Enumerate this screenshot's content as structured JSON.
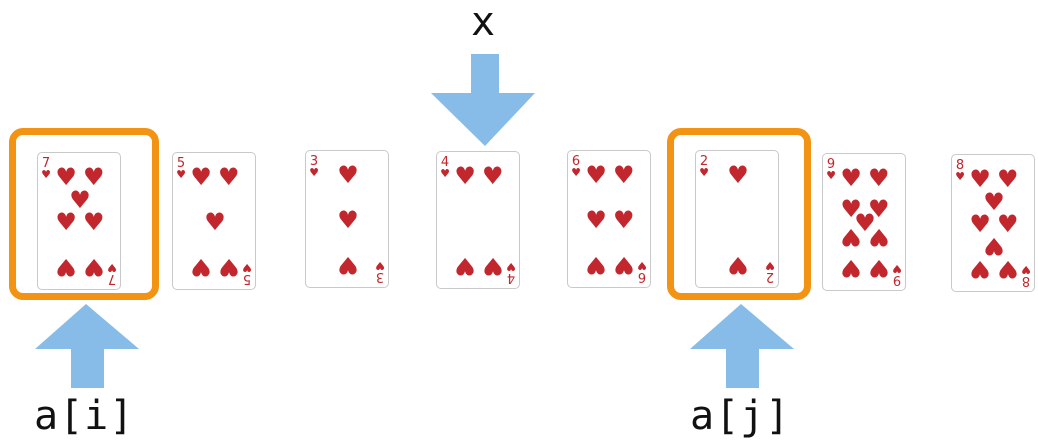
{
  "colors": {
    "heart": "#c1272d",
    "highlight": "#f39314",
    "arrow": "#87bce8",
    "label": "#111111"
  },
  "cards": [
    {
      "rank": "7",
      "suit": "♥",
      "suit_name": "hearts"
    },
    {
      "rank": "5",
      "suit": "♥",
      "suit_name": "hearts"
    },
    {
      "rank": "3",
      "suit": "♥",
      "suit_name": "hearts"
    },
    {
      "rank": "4",
      "suit": "♥",
      "suit_name": "hearts"
    },
    {
      "rank": "6",
      "suit": "♥",
      "suit_name": "hearts"
    },
    {
      "rank": "2",
      "suit": "♥",
      "suit_name": "hearts"
    },
    {
      "rank": "9",
      "suit": "♥",
      "suit_name": "hearts"
    },
    {
      "rank": "8",
      "suit": "♥",
      "suit_name": "hearts"
    }
  ],
  "highlighted_cards": [
    0,
    5
  ],
  "pointers": {
    "x": {
      "label": "x",
      "card_index": 3,
      "direction": "down"
    },
    "i": {
      "label": "a[i]",
      "card_index": 0,
      "direction": "up"
    },
    "j": {
      "label": "a[j]",
      "card_index": 5,
      "direction": "up"
    }
  }
}
